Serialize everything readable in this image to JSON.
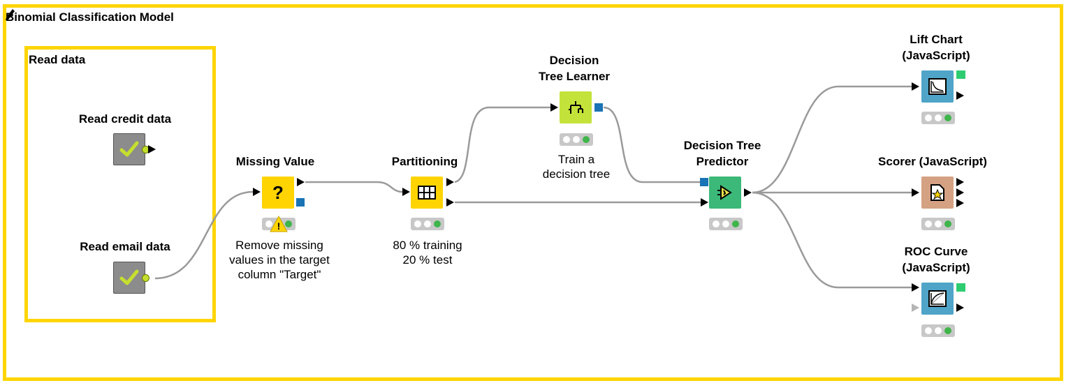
{
  "workflow": {
    "title": "Binomial Classification Model",
    "group_title": "Read data"
  },
  "nodes": {
    "read_credit": {
      "title": "Read credit data",
      "note": "",
      "color": "#8c8c8c",
      "icon": "check-icon"
    },
    "read_email": {
      "title": "Read email data",
      "note": "",
      "color": "#8c8c8c",
      "icon": "check-icon"
    },
    "missing_value": {
      "title": "Missing Value",
      "note_lines": [
        "Remove missing",
        "values in the target",
        "column \"Target\""
      ],
      "color": "#ffd400",
      "icon": "question-icon",
      "warning": "!"
    },
    "partitioning": {
      "title": "Partitioning",
      "note_lines": [
        "80 % training",
        "20 % test"
      ],
      "color": "#ffd400",
      "icon": "partition-icon"
    },
    "dt_learner": {
      "title_lines": [
        "Decision",
        "Tree Learner"
      ],
      "note_lines": [
        "Train a",
        "decision tree"
      ],
      "color": "#c3e23a",
      "icon": "tree-icon"
    },
    "dt_predictor": {
      "title_lines": [
        "Decision Tree",
        "Predictor"
      ],
      "color": "#3cb878",
      "icon": "predictor-icon"
    },
    "lift_chart": {
      "title_lines": [
        "Lift Chart",
        "(JavaScript)"
      ],
      "color": "#4fa4c8",
      "icon": "lift-chart-icon"
    },
    "scorer": {
      "title": "Scorer (JavaScript)",
      "color": "#d4a183",
      "icon": "scorer-icon"
    },
    "roc_curve": {
      "title_lines": [
        "ROC Curve",
        "(JavaScript)"
      ],
      "color": "#4fa4c8",
      "icon": "roc-curve-icon"
    }
  },
  "colors": {
    "annotation_border": "#ffd500",
    "wire": "#9a9a9a",
    "status_bg": "#c8c8c8",
    "status_ok": "#3fb54a"
  }
}
